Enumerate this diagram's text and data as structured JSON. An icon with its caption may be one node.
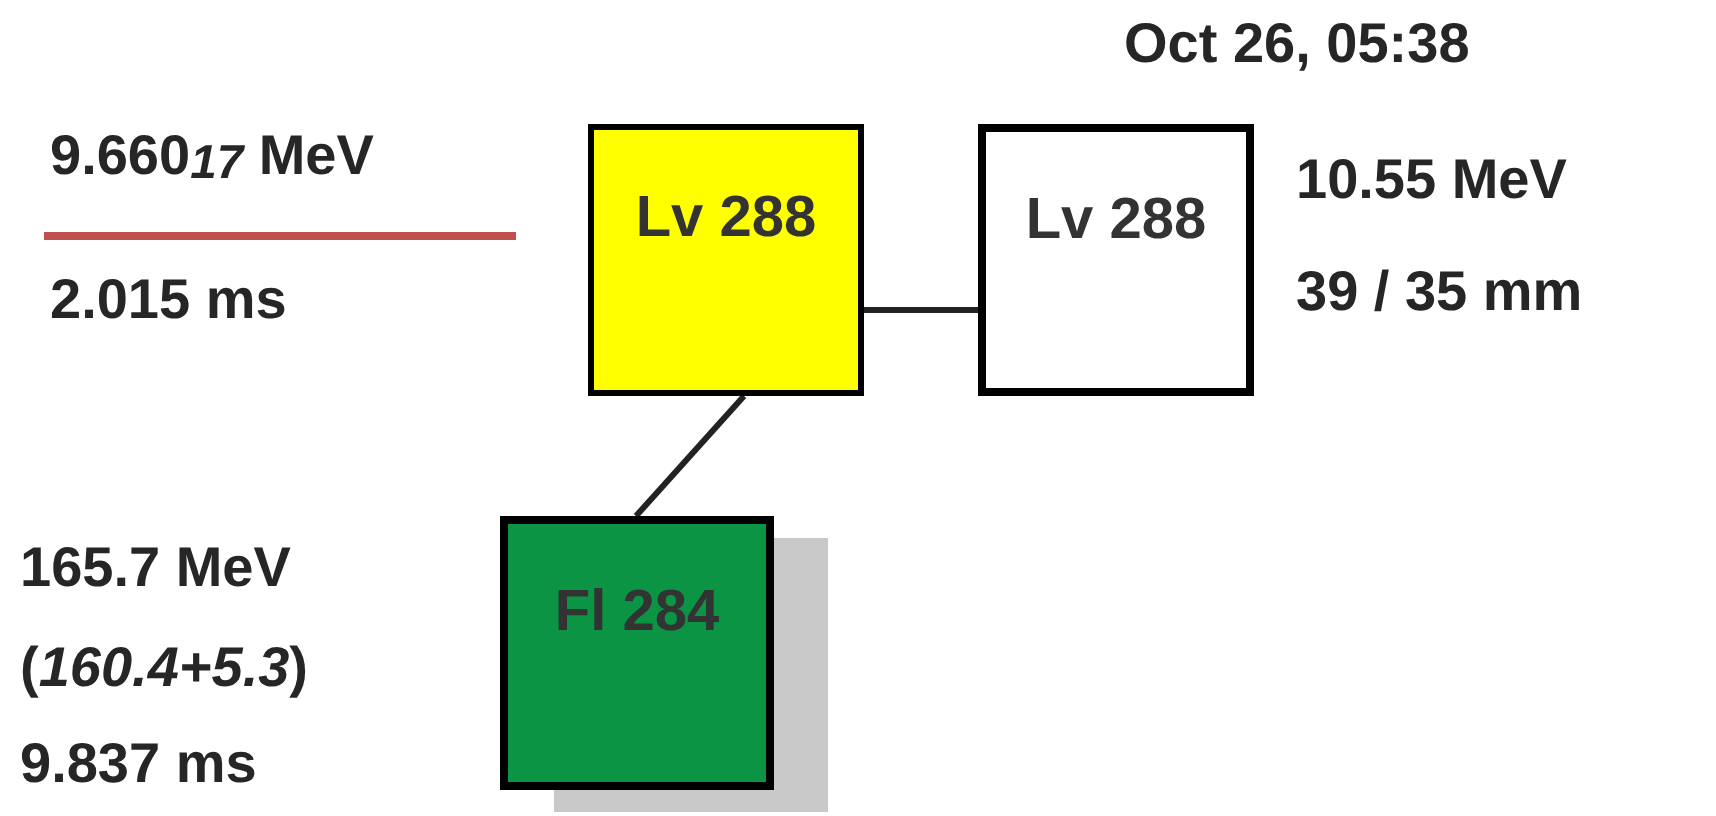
{
  "diagram": {
    "nodes": [
      {
        "text": [
          "Lv 288"
        ],
        "beside": [
          "9.660$_{17}$ MeV",
          "2.015 ms"
        ]
      },
      {
        "text": [
          "Lv 288"
        ],
        "beside": [
          "Oct 26, 05:38",
          "10.55 MeV",
          "39 / 35 mm"
        ]
      },
      {
        "text": [
          "Fl 284"
        ],
        "beside": [
          "165.7 MeV",
          "(*160.4+5.3*)",
          "9.837 ms"
        ]
      }
    ],
    "edges": [
      {
        "from": 0,
        "to": 1,
        "arrow": "none"
      },
      {
        "from": 0,
        "to": 2,
        "arrow": "none"
      }
    ]
  }
}
